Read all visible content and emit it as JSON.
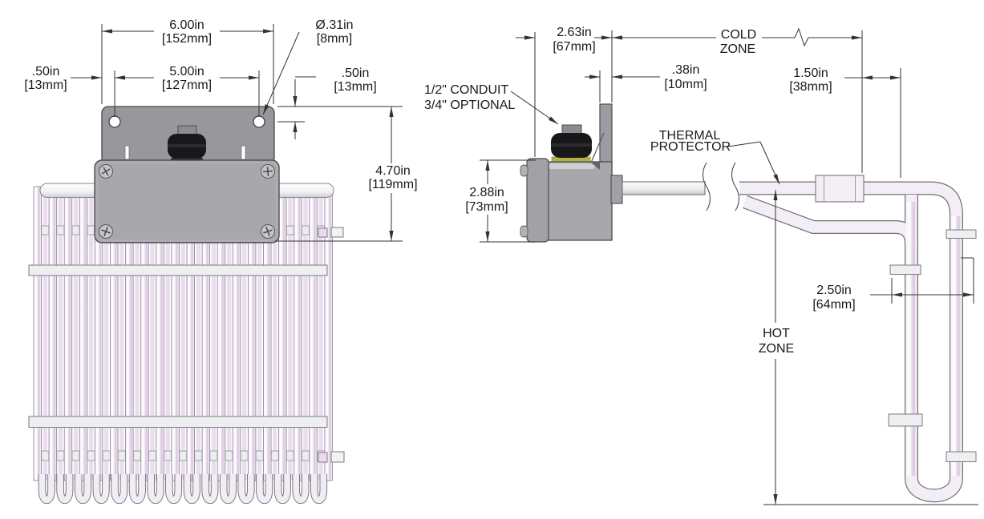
{
  "drawing": {
    "type": "engineering-drawing",
    "subject": "tubular heating element with mounting plate and junction box, front and side views"
  },
  "colors": {
    "plate_gray": "#98979b",
    "box_gray": "#a8a7ab",
    "gland_black": "#18181a",
    "gasket_yellow": "#b2b23f",
    "tube_tint": "#e8d7ed",
    "tube_outline": "#8d8d91",
    "dimension_line": "#333333"
  },
  "front_view": {
    "dims": {
      "width": {
        "in": "6.00in",
        "mm": "[152mm]"
      },
      "hole_spacing": {
        "in": "5.00in",
        "mm": "[127mm]"
      },
      "hole_dia": {
        "in": "Ø.31in",
        "mm": "[8mm]"
      },
      "edge_offset": {
        "in": ".50in",
        "mm": "[13mm]"
      },
      "hole_drop": {
        "in": ".50in",
        "mm": "[13mm]"
      },
      "height": {
        "in": "4.70in",
        "mm": "[119mm]"
      }
    },
    "element": {
      "front_tube_count": 20,
      "back_tube_count": 19,
      "bend_count": 16,
      "brace_bar_count": 2
    }
  },
  "side_view": {
    "dims": {
      "box_depth": {
        "in": "2.63in",
        "mm": "[67mm]"
      },
      "bracket_offset": {
        "in": ".38in",
        "mm": "[10mm]"
      },
      "bracket_to_tube": {
        "in": "1.50in",
        "mm": "[38mm]"
      },
      "box_height": {
        "in": "2.88in",
        "mm": "[73mm]"
      },
      "tube_depth": {
        "in": "2.50in",
        "mm": "[64mm]"
      }
    },
    "labels": {
      "cold_zone_line1": "COLD",
      "cold_zone_line2": "ZONE",
      "hot_zone_line1": "HOT",
      "hot_zone_line2": "ZONE",
      "conduit_line1": "1/2\" CONDUIT",
      "conduit_line2": "3/4\" OPTIONAL",
      "thermal_line1": "THERMAL",
      "thermal_line2": "PROTECTOR"
    }
  }
}
